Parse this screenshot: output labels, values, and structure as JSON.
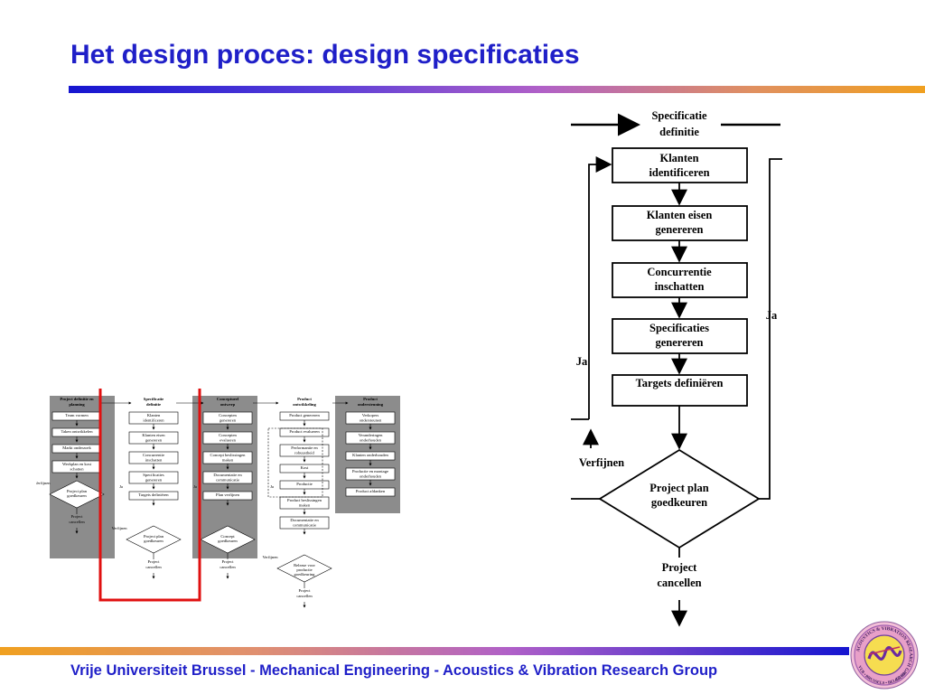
{
  "slide": {
    "title": "Het design proces: design specificaties",
    "footer": "Vrije Universiteit Brussel - Mechanical Engineering - Acoustics & Vibration Research Group"
  },
  "colors": {
    "title": "#1f1fc8",
    "highlight_box": "#e01010",
    "column_fill": "#8c8c8c"
  },
  "big_flowchart": {
    "header": [
      "Specificatie",
      "definitie"
    ],
    "steps": [
      [
        "Klanten",
        "identificeren"
      ],
      [
        "Klanten eisen",
        "genereren"
      ],
      [
        "Concurrentie",
        "inschatten"
      ],
      [
        "Specificaties",
        "genereren"
      ],
      [
        "Targets definiëren"
      ]
    ],
    "decision": [
      "Project plan",
      "goedkeuren"
    ],
    "ja_left": "Ja",
    "ja_right": "Ja",
    "verfijnen": "Verfijnen",
    "cancel": [
      "Project",
      "cancellen"
    ]
  },
  "overview_diagram": {
    "columns": [
      {
        "header": [
          "Project definitie en",
          "planning"
        ],
        "steps": [
          [
            "Team vormen"
          ],
          [
            "Taken ontwikkelen"
          ],
          [
            "Markt onderzoek"
          ],
          [
            "Werkplan en kost",
            "schatten"
          ]
        ],
        "decision": [
          "Project plan",
          "goedkeuren"
        ],
        "side": "Verfijnen",
        "cancel": [
          "Project",
          "cancellen"
        ]
      },
      {
        "header": [
          "Specificatie",
          "definitie"
        ],
        "steps": [
          [
            "Klanten",
            "identificeren"
          ],
          [
            "Klanten eisen",
            "genereren"
          ],
          [
            "Concurrentie",
            "inschatten"
          ],
          [
            "Specificaties",
            "genereren"
          ],
          [
            "Targets definiëren"
          ]
        ],
        "decision": [
          "Project plan",
          "goedkeuren"
        ],
        "side": "Verfijnen",
        "ja": "Ja",
        "cancel": [
          "Project",
          "cancellen"
        ]
      },
      {
        "header": [
          "Conceptueel",
          "ontwerp"
        ],
        "steps": [
          [
            "Concepten",
            "genereren"
          ],
          [
            "Concepten",
            "evalueren"
          ],
          [
            "Concept beslissingen",
            "maken"
          ],
          [
            "Documentatie en",
            "communicatie"
          ],
          [
            "Plan verfijnen"
          ]
        ],
        "decision": [
          "Concept",
          "goedkeuren"
        ],
        "ja": "Ja",
        "cancel": [
          "Project",
          "cancellen"
        ]
      },
      {
        "header": [
          "Product",
          "ontwikkeling"
        ],
        "steps": [
          [
            "Product genereren"
          ],
          [
            "Product evalueren"
          ],
          [
            "Performantie en",
            "robuustheid"
          ],
          [
            "Kost"
          ],
          [
            "Productie"
          ],
          [
            "Product beslissingen",
            "maken"
          ],
          [
            "Documentatie en",
            "communicatie"
          ]
        ],
        "decision": [
          "Release voor",
          "productie",
          "goedkeuring"
        ],
        "side": "Verfijnen",
        "ja": "Ja",
        "cancel": [
          "Project",
          "cancellen"
        ]
      },
      {
        "header": [
          "Product",
          "ondersteuning"
        ],
        "steps": [
          [
            "Verkopers",
            "ondersteunen"
          ],
          [
            "Veranderingen",
            "onderhouden"
          ],
          [
            "Klanten onderhouden"
          ],
          [
            "Productie en montage",
            "onderhouden"
          ],
          [
            "Product afdanken"
          ]
        ]
      }
    ]
  },
  "logo": {
    "ring_text": "ACOUSTICS & VIBRATION RESEARCH GROUP",
    "bottom_text": "VUB • BRUSSELS • BELGIUM"
  }
}
